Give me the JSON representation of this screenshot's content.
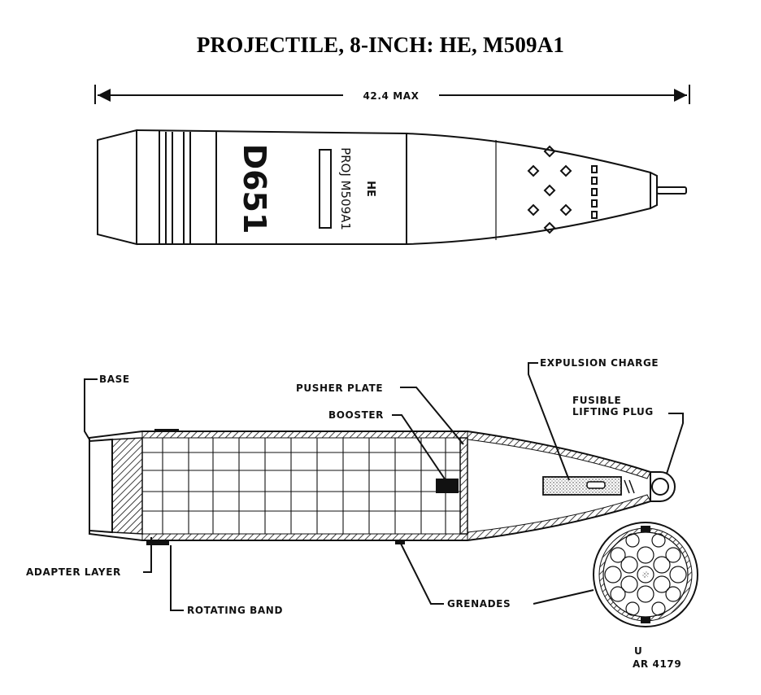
{
  "title": "PROJECTILE, 8-INCH: HE, M509A1",
  "exterior": {
    "length_label": "42.4 MAX",
    "body_code": "D651",
    "body_lot": "HE",
    "body_model": "PROJ M509A1"
  },
  "cutaway": {
    "labels": {
      "base": "BASE",
      "pusher_plate": "PUSHER PLATE",
      "booster": "BOOSTER",
      "expulsion_charge": "EXPULSION CHARGE",
      "fusible_plug_line1": "FUSIBLE",
      "fusible_plug_line2": "LIFTING PLUG",
      "adapter_layer": "ADAPTER LAYER",
      "rotating_band": "ROTATING BAND",
      "grenades": "GRENADES"
    }
  },
  "footer": {
    "code_line1": "U",
    "code_line2": "AR 4179"
  }
}
